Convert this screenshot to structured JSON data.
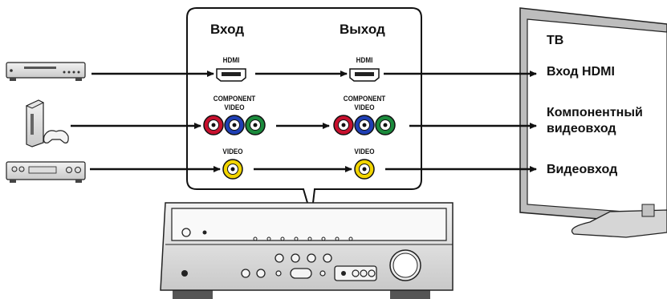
{
  "panel": {
    "input_header": "Вход",
    "output_header": "Выход",
    "hdmi_label": "HDMI",
    "component_label": "COMPONENT",
    "component_label2": "VIDEO",
    "video_label": "VIDEO"
  },
  "tv": {
    "title": "ТВ",
    "hdmi_in": "Вход HDMI",
    "component_in_1": "Компонентный",
    "component_in_2": "видеовход",
    "video_in": "Видеовход"
  },
  "colors": {
    "component_red": "#c8102e",
    "component_blue": "#1f3fb5",
    "component_green": "#1b8a3c",
    "video_yellow": "#f2d500",
    "line": "#111111"
  },
  "icons": [
    "blu-ray-player-icon",
    "game-console-icon",
    "vcr-icon",
    "av-receiver-icon",
    "tv-icon"
  ]
}
